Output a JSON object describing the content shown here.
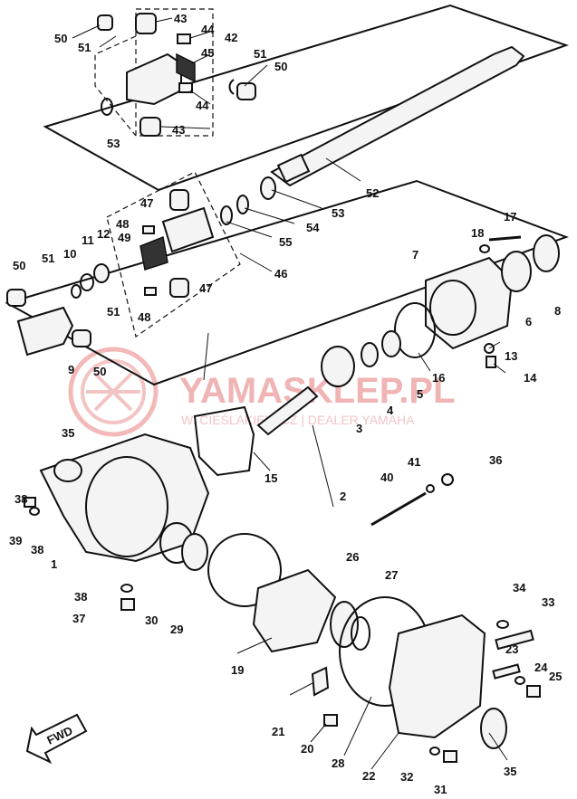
{
  "watermark": {
    "brand": "YAMASKLEP.PL",
    "dealer": "W. CIEŚLAKIEWICZ | DEALER YAMAHA"
  },
  "fwd_label": "FWD",
  "callouts": {
    "c1": "1",
    "c2": "2",
    "c3": "3",
    "c4": "4",
    "c5": "5",
    "c6": "6",
    "c7": "7",
    "c8": "8",
    "c9": "9",
    "c10": "10",
    "c11": "11",
    "c12": "12",
    "c13": "13",
    "c14": "14",
    "c15": "15",
    "c16": "16",
    "c17": "17",
    "c18": "18",
    "c19": "19",
    "c20": "20",
    "c21": "21",
    "c22": "22",
    "c23": "23",
    "c24": "24",
    "c25": "25",
    "c26": "26",
    "c27": "27",
    "c28": "28",
    "c29": "29",
    "c30": "30",
    "c31": "31",
    "c32": "32",
    "c33": "33",
    "c34": "34",
    "c35a": "35",
    "c35b": "35",
    "c36": "36",
    "c37": "37",
    "c38a": "38",
    "c38b": "38",
    "c39": "39",
    "c40": "40",
    "c41": "41",
    "c42": "42",
    "c43a": "43",
    "c43b": "43",
    "c44a": "44",
    "c44b": "44",
    "c45": "45",
    "c46": "46",
    "c47a": "47",
    "c47b": "47",
    "c48a": "48",
    "c48b": "48",
    "c49": "49",
    "c50a": "50",
    "c50b": "50",
    "c50c": "50",
    "c50d": "50",
    "c51a": "51",
    "c51b": "51",
    "c51c": "51",
    "c51d": "51",
    "c52": "52",
    "c53a": "53",
    "c53b": "53",
    "c54": "54",
    "c55": "55"
  }
}
